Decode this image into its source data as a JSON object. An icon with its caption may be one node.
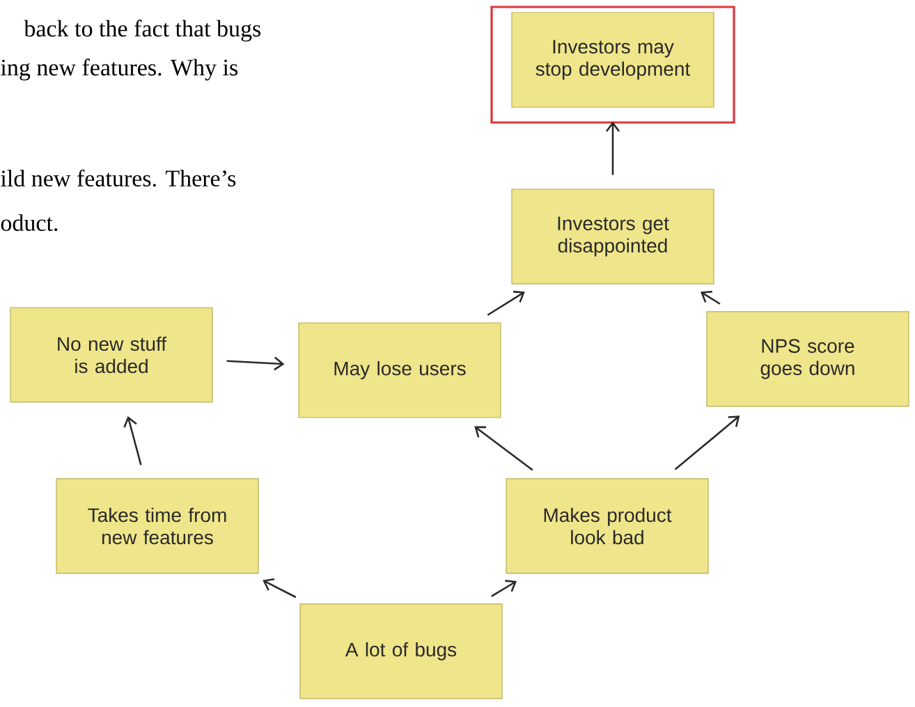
{
  "diagram": {
    "nodes": [
      {
        "text": [
          "Investors may stop development"
        ]
      },
      {
        "text": [
          "Investors get disappointed"
        ]
      },
      {
        "text": [
          "No new stuff is added"
        ]
      },
      {
        "text": [
          "May lose users"
        ]
      },
      {
        "text": [
          "NPS score goes down"
        ]
      },
      {
        "text": [
          "Takes time from new features"
        ]
      },
      {
        "text": [
          "Makes product look bad"
        ]
      },
      {
        "text": [
          "A lot of bugs"
        ]
      }
    ],
    "edges": [
      {
        "from": 7,
        "to": 5,
        "arrow": "to"
      },
      {
        "from": 7,
        "to": 6,
        "arrow": "to"
      },
      {
        "from": 5,
        "to": 2,
        "arrow": "to"
      },
      {
        "from": 2,
        "to": 3,
        "arrow": "to"
      },
      {
        "from": 6,
        "to": 3,
        "arrow": "to"
      },
      {
        "from": 6,
        "to": 4,
        "arrow": "to"
      },
      {
        "from": 3,
        "to": 1,
        "arrow": "to"
      },
      {
        "from": 4,
        "to": 1,
        "arrow": "to"
      },
      {
        "from": 1,
        "to": 0,
        "arrow": "to"
      }
    ],
    "labels": [
      "back to the fact that bugs",
      "ing new features. Why is",
      "ild new features. There’s",
      "oduct."
    ]
  }
}
